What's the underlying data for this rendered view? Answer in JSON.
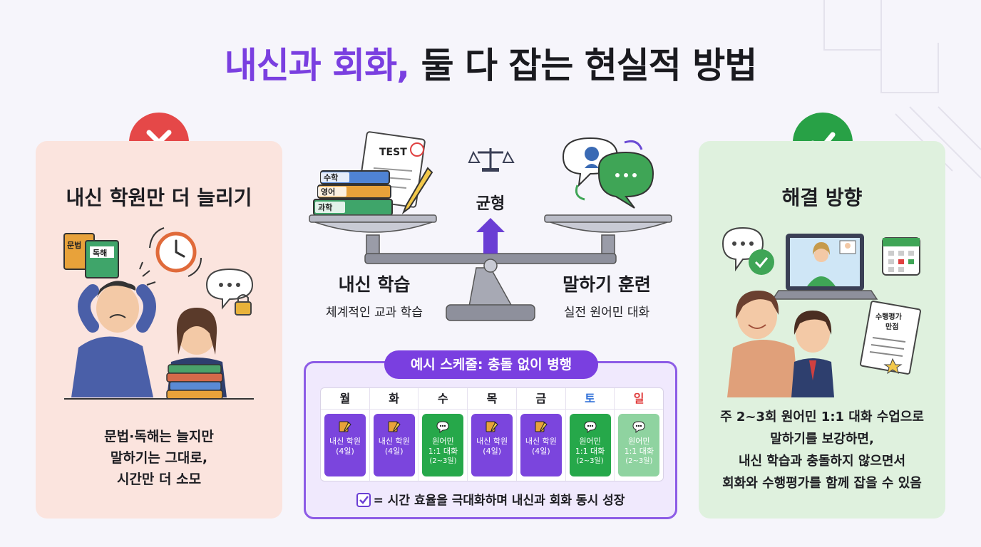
{
  "title": {
    "highlight": "내신과 회화,",
    "rest": " 둘 다 잡는 현실적 방법"
  },
  "left_panel": {
    "title": "내신 학원만 더 늘리기",
    "book1": "문법",
    "book2": "독해",
    "text": [
      "문법·독해는 늘지만",
      "말하기는 그대로,",
      "시간만 더 소모"
    ]
  },
  "center": {
    "test_label": "TEST",
    "books": [
      "수학",
      "영어",
      "과학"
    ],
    "balance_label": "균형",
    "left_caption": {
      "title": "내신 학습",
      "sub": "체계적인 교과 학습"
    },
    "right_caption": {
      "title": "말하기 훈련",
      "sub": "실전 원어민 대화"
    }
  },
  "schedule": {
    "title": "예시 스케줄: 충돌 없이 병행",
    "days": [
      {
        "name": "월",
        "color": "#1d1d22",
        "type": "purple",
        "l1": "내신 학원",
        "l2": "(4일)"
      },
      {
        "name": "화",
        "color": "#1d1d22",
        "type": "purple",
        "l1": "내신 학원",
        "l2": "(4일)"
      },
      {
        "name": "수",
        "color": "#1d1d22",
        "type": "green",
        "l1": "원어민",
        "l2": "1:1 대화",
        "l3": "(2~3일)"
      },
      {
        "name": "목",
        "color": "#1d1d22",
        "type": "purple",
        "l1": "내신 학원",
        "l2": "(4일)"
      },
      {
        "name": "금",
        "color": "#1d1d22",
        "type": "purple",
        "l1": "내신 학원",
        "l2": "(4일)"
      },
      {
        "name": "토",
        "color": "#2f6fd8",
        "type": "green",
        "l1": "원어민",
        "l2": "1:1 대화",
        "l3": "(2~3일)"
      },
      {
        "name": "일",
        "color": "#e03c3c",
        "type": "lightgreen",
        "l1": "원어민",
        "l2": "1:1 대화",
        "l3": "(2~3일)"
      }
    ],
    "note": "= 시간 효율을 극대화하며 내신과 회화 동시 성장"
  },
  "right_panel": {
    "title": "해결 방향",
    "doc_label": [
      "수행평가",
      "만점"
    ],
    "text": [
      "주 2~3회 원어민 1:1 대화 수업으로",
      "말하기를 보강하면,",
      "내신 학습과 충돌하지 않으면서",
      "회화와 수행평가를 함께 잡을 수 있음"
    ]
  },
  "colors": {
    "accent": "#7a3fe0",
    "left_bg": "#fbe4de",
    "right_bg": "#dff1de",
    "x_badge": "#e54848",
    "check_badge": "#28a146"
  }
}
